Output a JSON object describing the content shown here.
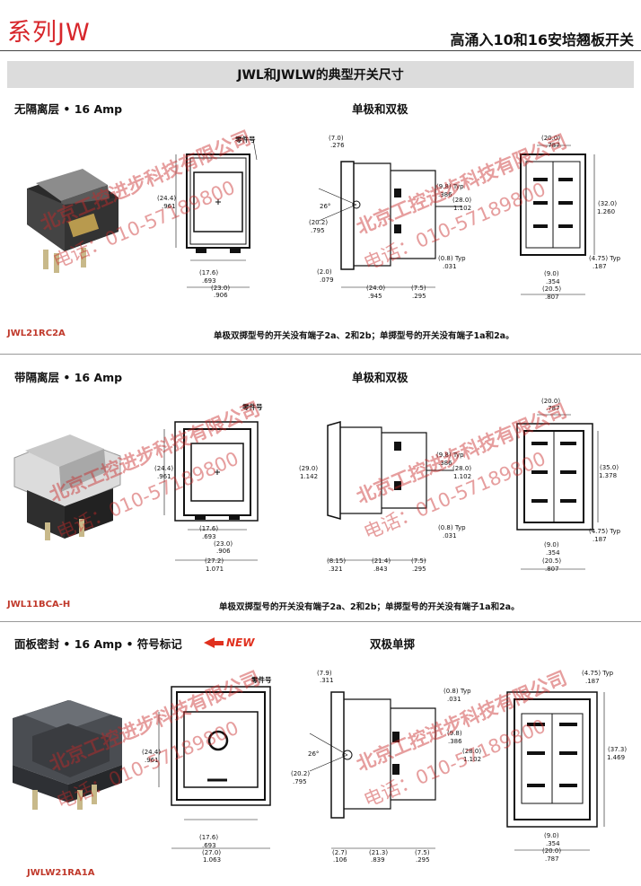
{
  "header": {
    "series": "系列JW",
    "subtitle": "高涌入10和16安培翘板开关"
  },
  "banner": "JWL和JWLW的典型开关尺寸",
  "sections": [
    {
      "title": "无隔离层 • 16 Amp",
      "pole_label": "单极和双极",
      "part_label": "零件号",
      "model": "JWL21RC2A",
      "note": "单极双掷型号的开关没有端子2a、2和2b；单掷型号的开关没有端子1a和2a。",
      "dims": {
        "front_h": "(24.4)",
        "front_h_in": ".961",
        "w1": "(17.6)",
        "w1_in": ".693",
        "w2": "(23.0)",
        "w2_in": ".906",
        "side_top": "(7.0)",
        "side_top_in": ".276",
        "angle": "26°",
        "side_h": "(20.2)",
        "side_h_in": ".795",
        "tab": "(2.0)",
        "tab_in": ".079",
        "typ1": "(9.8) Typ",
        "typ1_in": ".386",
        "h28": "(28.0)",
        "h28_in": "1.102",
        "typ2": "(0.8) Typ",
        "typ2_in": ".031",
        "len": "(24.0)",
        "len_in": ".945",
        "pin": "(7.5)",
        "pin_in": ".295",
        "rear_top": "(20.0)",
        "rear_top_in": ".787",
        "rear_h": "(32.0)",
        "rear_h_in": "1.260",
        "rear_typ": "(4.75) Typ",
        "rear_typ_in": ".187",
        "rear_p": "(9.0)",
        "rear_p_in": ".354",
        "rear_w": "(20.5)",
        "rear_w_in": ".807"
      }
    },
    {
      "title": "带隔离层 • 16 Amp",
      "pole_label": "单极和双极",
      "part_label": "零件号",
      "model": "JWL11BCA-H",
      "note": "单极双掷型号的开关没有端子2a、2和2b；单掷型号的开关没有端子1a和2a。",
      "dims": {
        "front_h": "(24.4)",
        "front_h_in": ".961",
        "w1": "(17.6)",
        "w1_in": ".693",
        "w2": "(23.0)",
        "w2_in": ".906",
        "w3": "(27.2)",
        "w3_in": "1.071",
        "side_h": "(29.0)",
        "side_h_in": "1.142",
        "typ1": "(9.8) Typ",
        "typ1_in": ".386",
        "h28": "(28.0)",
        "h28_in": "1.102",
        "typ2": "(0.8) Typ",
        "typ2_in": ".031",
        "a": "(8.15)",
        "a_in": ".321",
        "len": "(21.4)",
        "len_in": ".843",
        "pin": "(7.5)",
        "pin_in": ".295",
        "rear_top": "(20.0)",
        "rear_top_in": ".787",
        "rear_h": "(35.0)",
        "rear_h_in": "1.378",
        "rear_typ": "(4.75) Typ",
        "rear_typ_in": ".187",
        "rear_p": "(9.0)",
        "rear_p_in": ".354",
        "rear_w": "(20.5)",
        "rear_w_in": ".807"
      }
    },
    {
      "title": "面板密封 • 16 Amp • 符号标记",
      "new_label": "NEW",
      "pole_label": "双极单掷",
      "part_label": "零件号",
      "model": "JWLW21RA1A",
      "dims": {
        "front_h": "(24.4)",
        "front_h_in": ".961",
        "w1": "(17.6)",
        "w1_in": ".693",
        "w2": "(27.0)",
        "w2_in": "1.063",
        "side_top": "(7.9)",
        "side_top_in": ".311",
        "typ2": "(0.8) Typ",
        "typ2_in": ".031",
        "angle": "26°",
        "side_h": "(20.2)",
        "side_h_in": ".795",
        "typ1": "(9.8)",
        "typ1_in": ".386",
        "h28": "(28.0)",
        "h28_in": "1.102",
        "a": "(2.7)",
        "a_in": ".106",
        "len": "(21.3)",
        "len_in": ".839",
        "pin": "(7.5)",
        "pin_in": ".295",
        "rear_typ": "(4.75) Typ",
        "rear_typ_in": ".187",
        "rear_h": "(37.3)",
        "rear_h_in": "1.469",
        "rear_p": "(9.0)",
        "rear_p_in": ".354",
        "rear_w": "(20.0)",
        "rear_w_in": ".787"
      }
    }
  ],
  "watermark": {
    "company": "北京工控进步科技有限公司",
    "phone": "电话：010-57189800"
  }
}
